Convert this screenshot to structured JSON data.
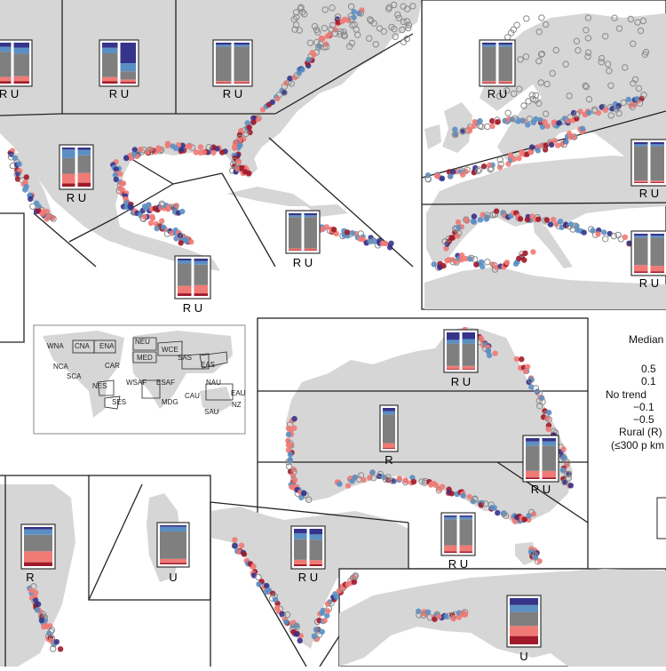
{
  "colors": {
    "land": "#d6d6d6",
    "frame": "#222222",
    "rural_urban_gray": "#7f7f7f",
    "strong_up": "#a01a2a",
    "up": "#f07a75",
    "down": "#5a8fc4",
    "strong_down": "#35338a",
    "no_trend_point": "#8a8a8a"
  },
  "bar_labels": {
    "r": "R",
    "u": "U",
    "ru": "R U"
  },
  "inset_map": {
    "regions": [
      "WNA",
      "CNA",
      "ENA",
      "NCA",
      "CAR",
      "SCA",
      "NES",
      "SES",
      "NEU",
      "WCE",
      "MED",
      "SAS",
      "EAS",
      "WSAF",
      "ESAF",
      "MDG",
      "NAU",
      "CAU",
      "EAU",
      "SAU",
      "NZ"
    ]
  },
  "legend": {
    "title": "Median",
    "values": [
      "0.5",
      "0.1",
      "No trend",
      "−0.1",
      "−0.5"
    ],
    "rural": "Rural (R)",
    "rural_density": "(≤300 p km"
  }
}
